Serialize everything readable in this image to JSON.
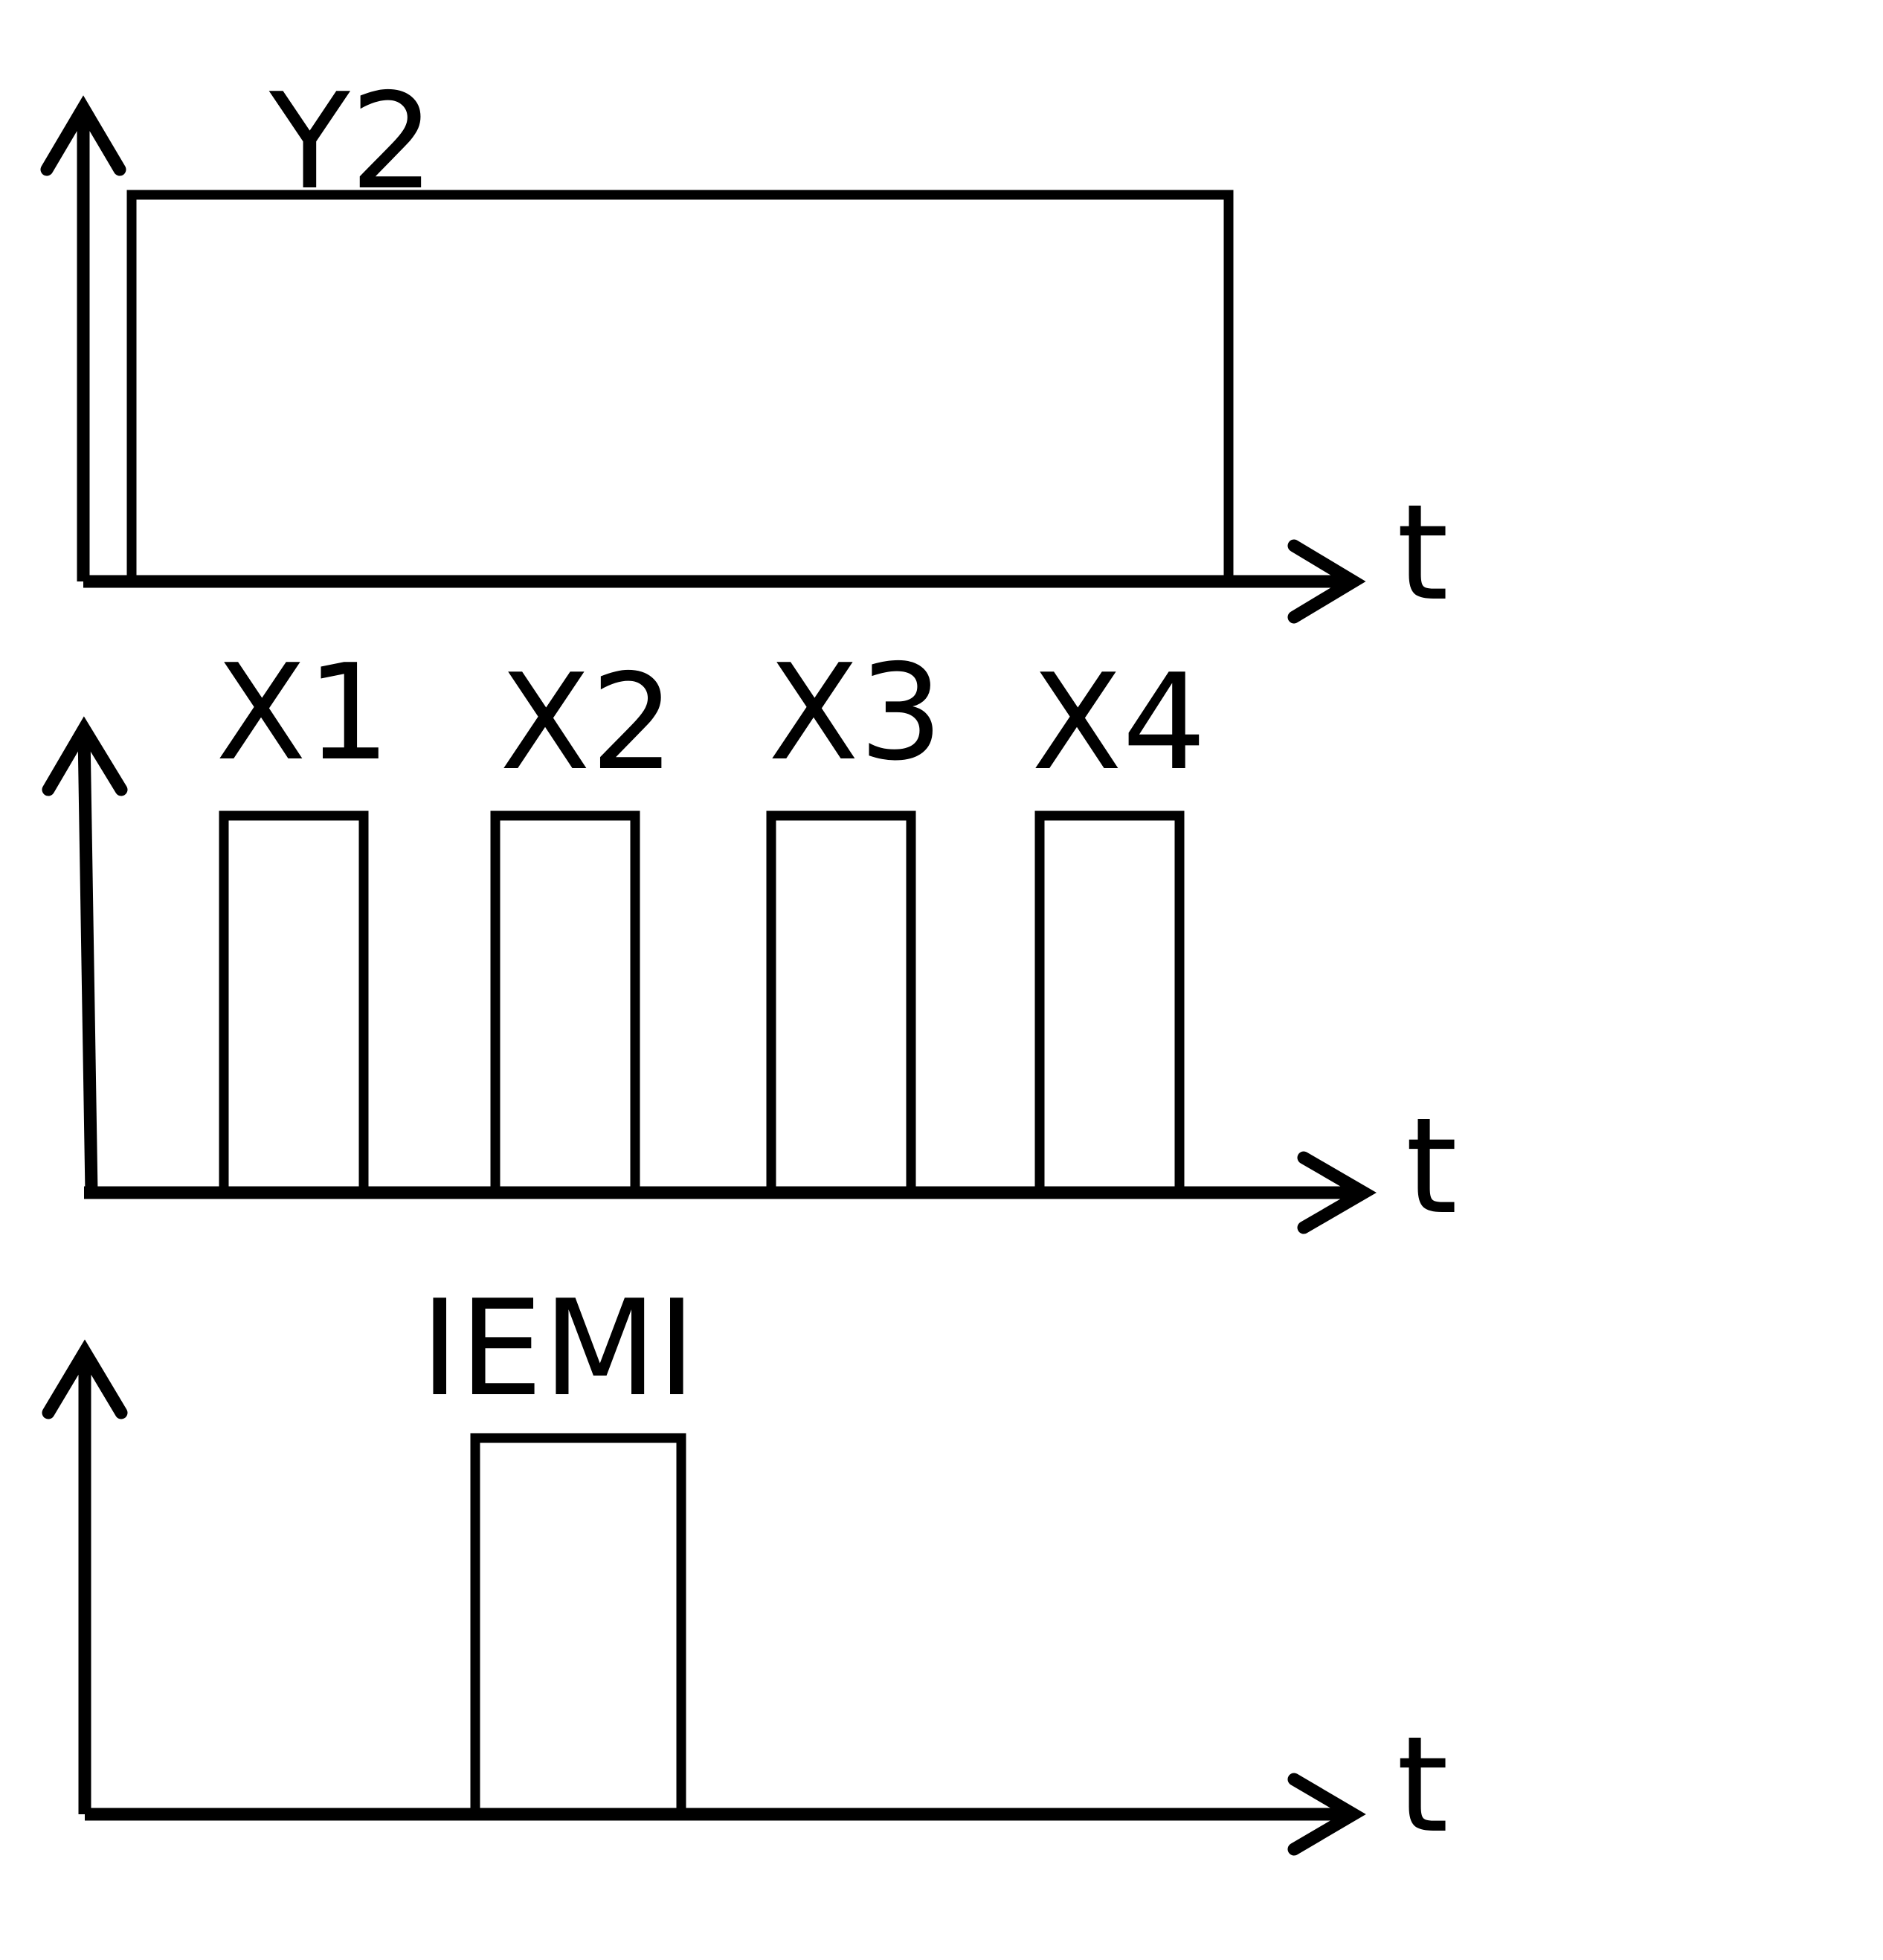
{
  "panels": [
    {
      "id": "y2",
      "axis_label": "t",
      "pulses": [
        {
          "label": "Y2"
        }
      ]
    },
    {
      "id": "x",
      "axis_label": "t",
      "pulses": [
        {
          "label": "X1"
        },
        {
          "label": "X2"
        },
        {
          "label": "X3"
        },
        {
          "label": "X4"
        }
      ]
    },
    {
      "id": "iemi",
      "axis_label": "t",
      "pulses": [
        {
          "label": "IEMI"
        }
      ]
    }
  ],
  "colors": {
    "stroke": "#000000",
    "background": "#ffffff"
  }
}
